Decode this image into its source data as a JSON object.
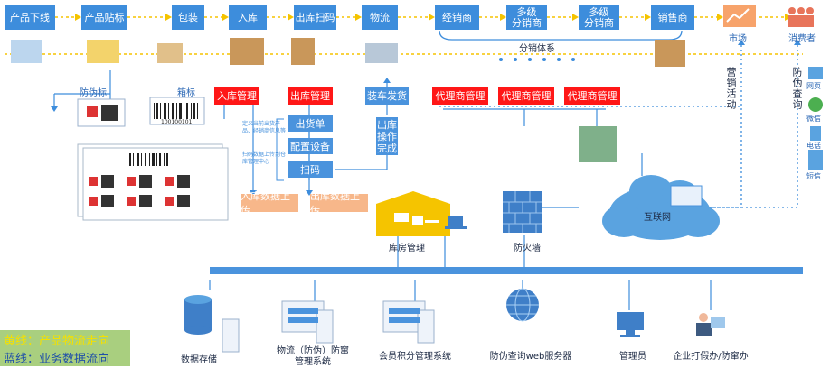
{
  "steps": [
    "产品下线",
    "产品贴标",
    "包装",
    "入库",
    "出库扫码",
    "物流",
    "经销商",
    "多级\n分销商",
    "多级\n分销商",
    "销售商"
  ],
  "market": "市场",
  "consumer": "消费者",
  "distribution": "分销体系",
  "labels": {
    "anti_fake": "防伪标",
    "box": "箱标",
    "barcode_num": "100100101"
  },
  "red_boxes": [
    "入库管理",
    "出库管理",
    "代理商管理",
    "代理商管理",
    "代理商管理"
  ],
  "loading": "装车发货",
  "outbound_done": "出库\n操作\n完成",
  "outbound_steps": [
    "出货单",
    "配置设备",
    "扫码"
  ],
  "notes": [
    "定义当前出货产品、经销商信息等",
    "扫码数据上传到仓库管理中心"
  ],
  "uploads": [
    "入库数据上传",
    "出库数据上传"
  ],
  "warehouse": "库房管理",
  "firewall": "防火墙",
  "internet": "互联网",
  "marketing": "营销活动",
  "query": "防伪查询",
  "channels": [
    "网页",
    "微信",
    "电话",
    "短信"
  ],
  "bottom": [
    "数据存储",
    "物流（防伪）防窜\n管理系统",
    "会员积分管理系统",
    "防伪查询web服务器",
    "管理员",
    "企业打假办/防窜办"
  ],
  "legend": [
    "黄线：产品物流走向",
    "蓝线：业务数据流向"
  ],
  "colors": {
    "blue": "#3d8ddc",
    "red": "#ff1717",
    "peach": "#f7b78a",
    "yellow": "#f5c400",
    "green": "#a9cf7f"
  }
}
